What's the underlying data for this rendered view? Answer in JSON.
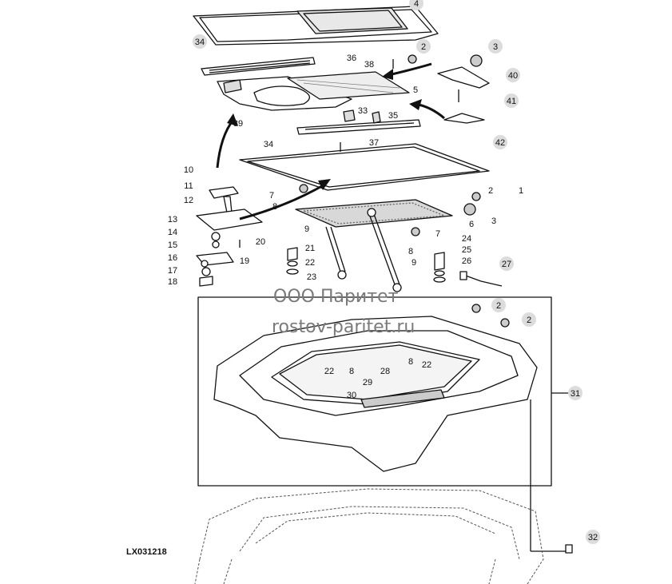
{
  "diagram_code": "LX031218",
  "watermark": {
    "company": "ООО Паритет",
    "site": "rostov-paritet.ru"
  },
  "callouts": [
    {
      "id": "c4",
      "label": "4"
    },
    {
      "id": "c34a",
      "label": "34"
    },
    {
      "id": "c2a",
      "label": "2"
    },
    {
      "id": "c3a",
      "label": "3"
    },
    {
      "id": "c36",
      "label": "36"
    },
    {
      "id": "c38",
      "label": "38"
    },
    {
      "id": "c40",
      "label": "40"
    },
    {
      "id": "c5",
      "label": "5"
    },
    {
      "id": "c41",
      "label": "41"
    },
    {
      "id": "c33",
      "label": "33"
    },
    {
      "id": "c35",
      "label": "35"
    },
    {
      "id": "c39",
      "label": "39"
    },
    {
      "id": "c42",
      "label": "42"
    },
    {
      "id": "c34b",
      "label": "34"
    },
    {
      "id": "c37",
      "label": "37"
    },
    {
      "id": "c10",
      "label": "10"
    },
    {
      "id": "c11",
      "label": "11"
    },
    {
      "id": "c7a",
      "label": "7"
    },
    {
      "id": "c8a",
      "label": "8"
    },
    {
      "id": "c12",
      "label": "12"
    },
    {
      "id": "c2b",
      "label": "2"
    },
    {
      "id": "c1",
      "label": "1"
    },
    {
      "id": "c3b",
      "label": "3"
    },
    {
      "id": "c6",
      "label": "6"
    },
    {
      "id": "c13",
      "label": "13"
    },
    {
      "id": "c9a",
      "label": "9"
    },
    {
      "id": "c7b",
      "label": "7"
    },
    {
      "id": "c14",
      "label": "14"
    },
    {
      "id": "c20",
      "label": "20"
    },
    {
      "id": "c8b",
      "label": "8"
    },
    {
      "id": "c24",
      "label": "24"
    },
    {
      "id": "c15",
      "label": "15"
    },
    {
      "id": "c21",
      "label": "21"
    },
    {
      "id": "c25",
      "label": "25"
    },
    {
      "id": "c19",
      "label": "19"
    },
    {
      "id": "c16",
      "label": "16"
    },
    {
      "id": "c22a",
      "label": "22"
    },
    {
      "id": "c26",
      "label": "26"
    },
    {
      "id": "c9b",
      "label": "9"
    },
    {
      "id": "c27",
      "label": "27"
    },
    {
      "id": "c17",
      "label": "17"
    },
    {
      "id": "c23",
      "label": "23"
    },
    {
      "id": "c18",
      "label": "18"
    },
    {
      "id": "c2c",
      "label": "2"
    },
    {
      "id": "c2d",
      "label": "2"
    },
    {
      "id": "c22b",
      "label": "22"
    },
    {
      "id": "c8c",
      "label": "8"
    },
    {
      "id": "c8d",
      "label": "8"
    },
    {
      "id": "c22c",
      "label": "22"
    },
    {
      "id": "c28",
      "label": "28"
    },
    {
      "id": "c29",
      "label": "29"
    },
    {
      "id": "c30",
      "label": "30"
    },
    {
      "id": "c31",
      "label": "31"
    },
    {
      "id": "c32",
      "label": "32"
    }
  ]
}
